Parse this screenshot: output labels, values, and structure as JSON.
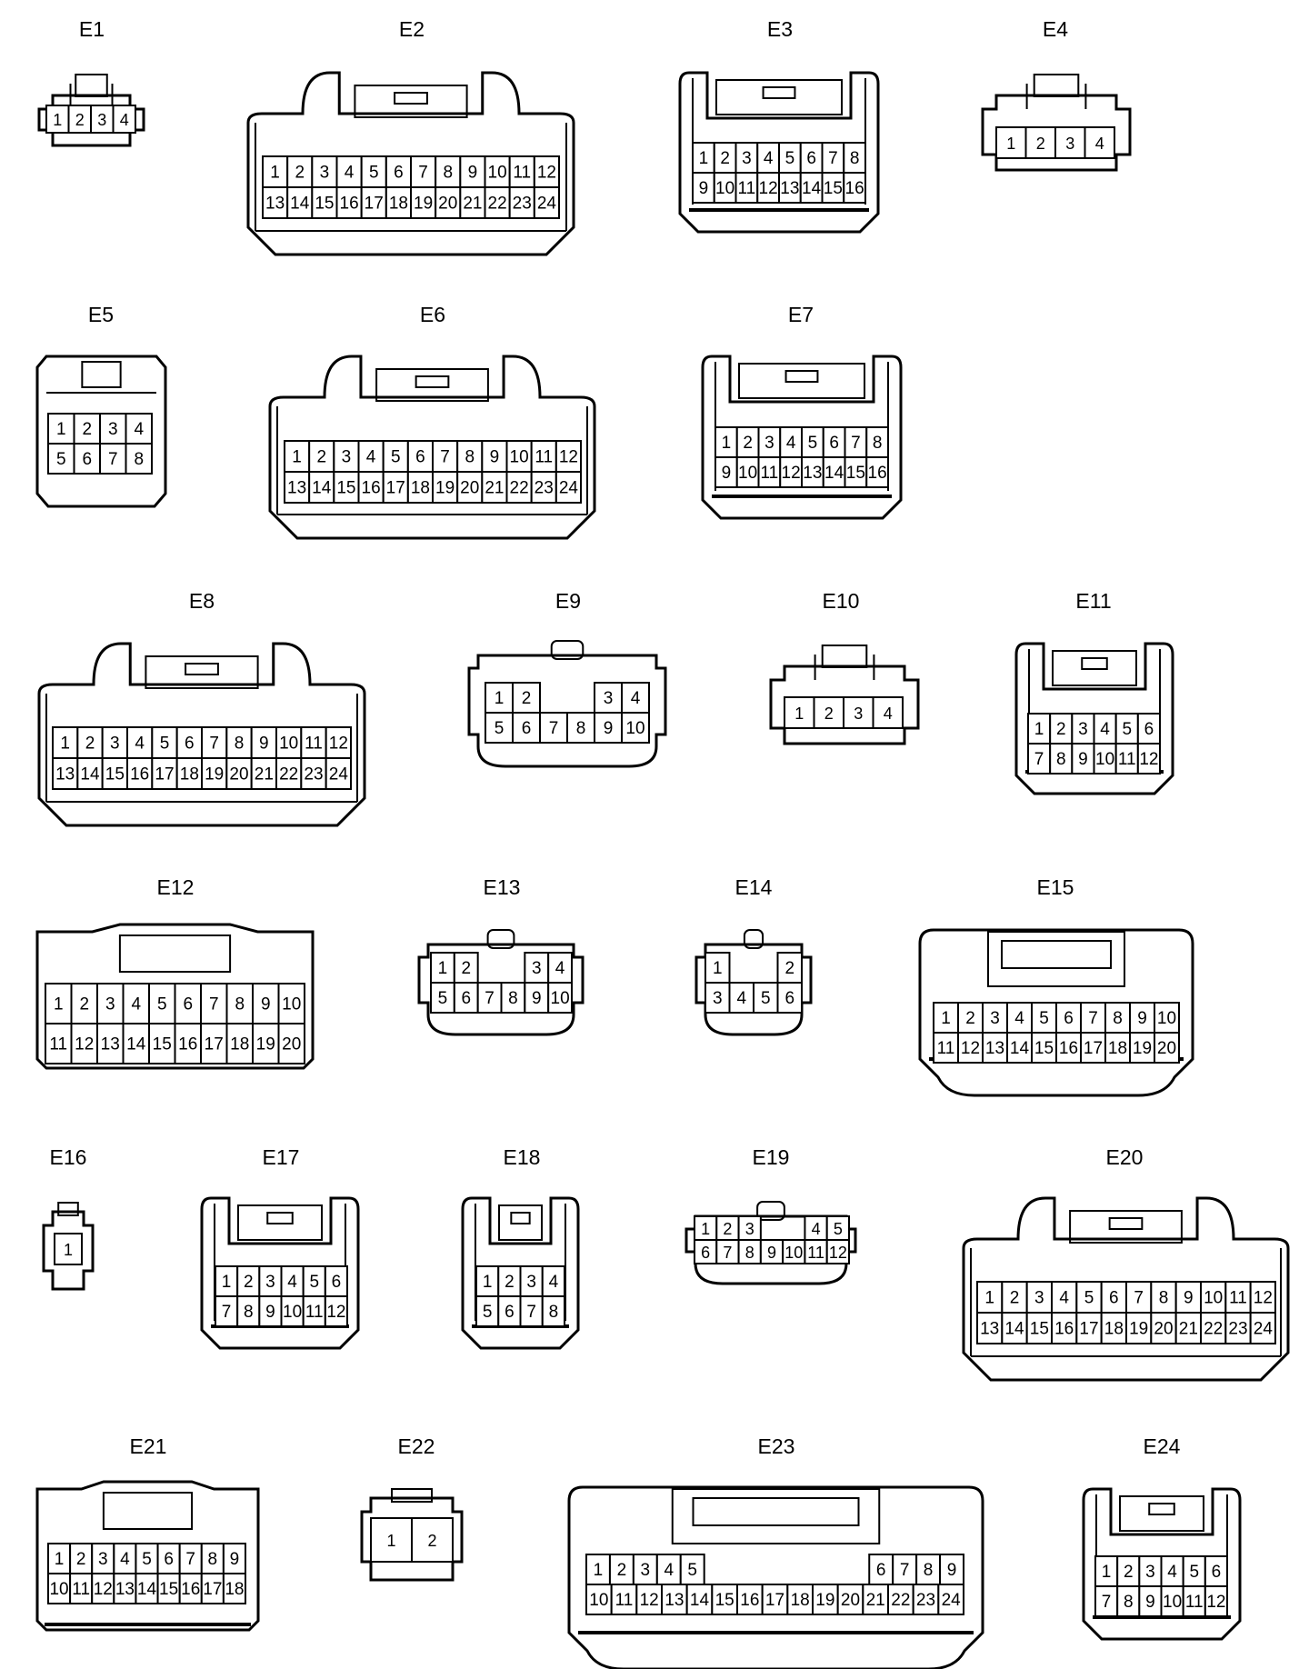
{
  "connectors": [
    {
      "label": "E1",
      "rows": [
        [
          "1",
          "2",
          "3",
          "4"
        ]
      ]
    },
    {
      "label": "E2",
      "rows": [
        [
          "1",
          "2",
          "3",
          "4",
          "5",
          "6",
          "7",
          "8",
          "9",
          "10",
          "11",
          "12"
        ],
        [
          "13",
          "14",
          "15",
          "16",
          "17",
          "18",
          "19",
          "20",
          "21",
          "22",
          "23",
          "24"
        ]
      ]
    },
    {
      "label": "E3",
      "rows": [
        [
          "1",
          "2",
          "3",
          "4",
          "5",
          "6",
          "7",
          "8"
        ],
        [
          "9",
          "10",
          "11",
          "12",
          "13",
          "14",
          "15",
          "16"
        ]
      ]
    },
    {
      "label": "E4",
      "rows": [
        [
          "1",
          "2",
          "3",
          "4"
        ]
      ]
    },
    {
      "label": "E5",
      "rows": [
        [
          "1",
          "2",
          "3",
          "4"
        ],
        [
          "5",
          "6",
          "7",
          "8"
        ]
      ]
    },
    {
      "label": "E6",
      "rows": [
        [
          "1",
          "2",
          "3",
          "4",
          "5",
          "6",
          "7",
          "8",
          "9",
          "10",
          "11",
          "12"
        ],
        [
          "13",
          "14",
          "15",
          "16",
          "17",
          "18",
          "19",
          "20",
          "21",
          "22",
          "23",
          "24"
        ]
      ]
    },
    {
      "label": "E7",
      "rows": [
        [
          "1",
          "2",
          "3",
          "4",
          "5",
          "6",
          "7",
          "8"
        ],
        [
          "9",
          "10",
          "11",
          "12",
          "13",
          "14",
          "15",
          "16"
        ]
      ]
    },
    {
      "label": "E8",
      "rows": [
        [
          "1",
          "2",
          "3",
          "4",
          "5",
          "6",
          "7",
          "8",
          "9",
          "10",
          "11",
          "12"
        ],
        [
          "13",
          "14",
          "15",
          "16",
          "17",
          "18",
          "19",
          "20",
          "21",
          "22",
          "23",
          "24"
        ]
      ]
    },
    {
      "label": "E9",
      "rows": [
        [
          "1",
          "2",
          "",
          "",
          "3",
          "4"
        ],
        [
          "5",
          "6",
          "7",
          "8",
          "9",
          "10"
        ]
      ]
    },
    {
      "label": "E10",
      "rows": [
        [
          "1",
          "2",
          "3",
          "4"
        ]
      ]
    },
    {
      "label": "E11",
      "rows": [
        [
          "1",
          "2",
          "3",
          "4",
          "5",
          "6"
        ],
        [
          "7",
          "8",
          "9",
          "10",
          "11",
          "12"
        ]
      ]
    },
    {
      "label": "E12",
      "rows": [
        [
          "1",
          "2",
          "3",
          "4",
          "5",
          "6",
          "7",
          "8",
          "9",
          "10"
        ],
        [
          "11",
          "12",
          "13",
          "14",
          "15",
          "16",
          "17",
          "18",
          "19",
          "20"
        ]
      ]
    },
    {
      "label": "E13",
      "rows": [
        [
          "1",
          "2",
          "",
          "",
          "3",
          "4"
        ],
        [
          "5",
          "6",
          "7",
          "8",
          "9",
          "10"
        ]
      ]
    },
    {
      "label": "E14",
      "rows": [
        [
          "1",
          "",
          "",
          "2"
        ],
        [
          "3",
          "4",
          "5",
          "6"
        ]
      ]
    },
    {
      "label": "E15",
      "rows": [
        [
          "1",
          "2",
          "3",
          "4",
          "5",
          "6",
          "7",
          "8",
          "9",
          "10"
        ],
        [
          "11",
          "12",
          "13",
          "14",
          "15",
          "16",
          "17",
          "18",
          "19",
          "20"
        ]
      ]
    },
    {
      "label": "E16",
      "rows": [
        [
          "1"
        ]
      ]
    },
    {
      "label": "E17",
      "rows": [
        [
          "1",
          "2",
          "3",
          "4",
          "5",
          "6"
        ],
        [
          "7",
          "8",
          "9",
          "10",
          "11",
          "12"
        ]
      ]
    },
    {
      "label": "E18",
      "rows": [
        [
          "1",
          "2",
          "3",
          "4"
        ],
        [
          "5",
          "6",
          "7",
          "8"
        ]
      ]
    },
    {
      "label": "E19",
      "rows": [
        [
          "1",
          "2",
          "3",
          "",
          "",
          "4",
          "5"
        ],
        [
          "6",
          "7",
          "8",
          "9",
          "10",
          "11",
          "12"
        ]
      ]
    },
    {
      "label": "E20",
      "rows": [
        [
          "1",
          "2",
          "3",
          "4",
          "5",
          "6",
          "7",
          "8",
          "9",
          "10",
          "11",
          "12"
        ],
        [
          "13",
          "14",
          "15",
          "16",
          "17",
          "18",
          "19",
          "20",
          "21",
          "22",
          "23",
          "24"
        ]
      ]
    },
    {
      "label": "E21",
      "rows": [
        [
          "1",
          "2",
          "3",
          "4",
          "5",
          "6",
          "7",
          "8",
          "9"
        ],
        [
          "10",
          "11",
          "12",
          "13",
          "14",
          "15",
          "16",
          "17",
          "18"
        ]
      ]
    },
    {
      "label": "E22",
      "rows": [
        [
          "1",
          "2"
        ]
      ]
    },
    {
      "label": "E23",
      "rows": [
        [
          "1",
          "2",
          "3",
          "4",
          "5",
          "",
          "",
          "",
          "",
          "",
          "",
          "",
          "6",
          "7",
          "8",
          "9"
        ],
        [
          "10",
          "11",
          "12",
          "13",
          "14",
          "15",
          "16",
          "17",
          "18",
          "19",
          "20",
          "21",
          "22",
          "23",
          "24"
        ]
      ]
    },
    {
      "label": "E24",
      "rows": [
        [
          "1",
          "2",
          "3",
          "4",
          "5",
          "6"
        ],
        [
          "7",
          "8",
          "9",
          "10",
          "11",
          "12"
        ]
      ]
    }
  ]
}
